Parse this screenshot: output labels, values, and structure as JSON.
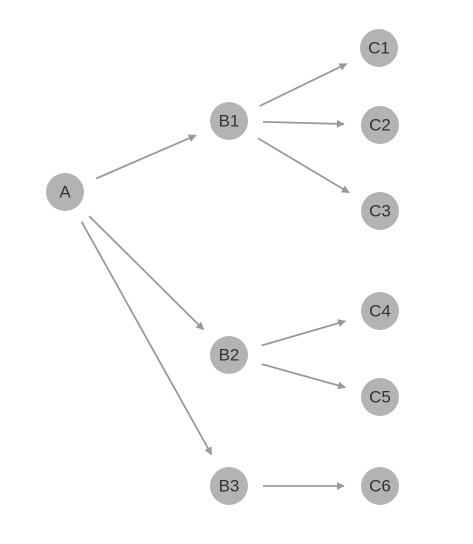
{
  "colors": {
    "node_fill": "#b3b3b3",
    "node_text": "#333333",
    "edge": "#999999",
    "background": "#ffffff"
  },
  "nodes": [
    {
      "id": "A",
      "label": "A"
    },
    {
      "id": "B1",
      "label": "B1"
    },
    {
      "id": "B2",
      "label": "B2"
    },
    {
      "id": "B3",
      "label": "B3"
    },
    {
      "id": "C1",
      "label": "C1"
    },
    {
      "id": "C2",
      "label": "C2"
    },
    {
      "id": "C3",
      "label": "C3"
    },
    {
      "id": "C4",
      "label": "C4"
    },
    {
      "id": "C5",
      "label": "C5"
    },
    {
      "id": "C6",
      "label": "C6"
    }
  ],
  "edges": [
    {
      "from": "A",
      "to": "B1"
    },
    {
      "from": "A",
      "to": "B2"
    },
    {
      "from": "A",
      "to": "B3"
    },
    {
      "from": "B1",
      "to": "C1"
    },
    {
      "from": "B1",
      "to": "C2"
    },
    {
      "from": "B1",
      "to": "C3"
    },
    {
      "from": "B2",
      "to": "C4"
    },
    {
      "from": "B2",
      "to": "C5"
    },
    {
      "from": "B3",
      "to": "C6"
    }
  ]
}
